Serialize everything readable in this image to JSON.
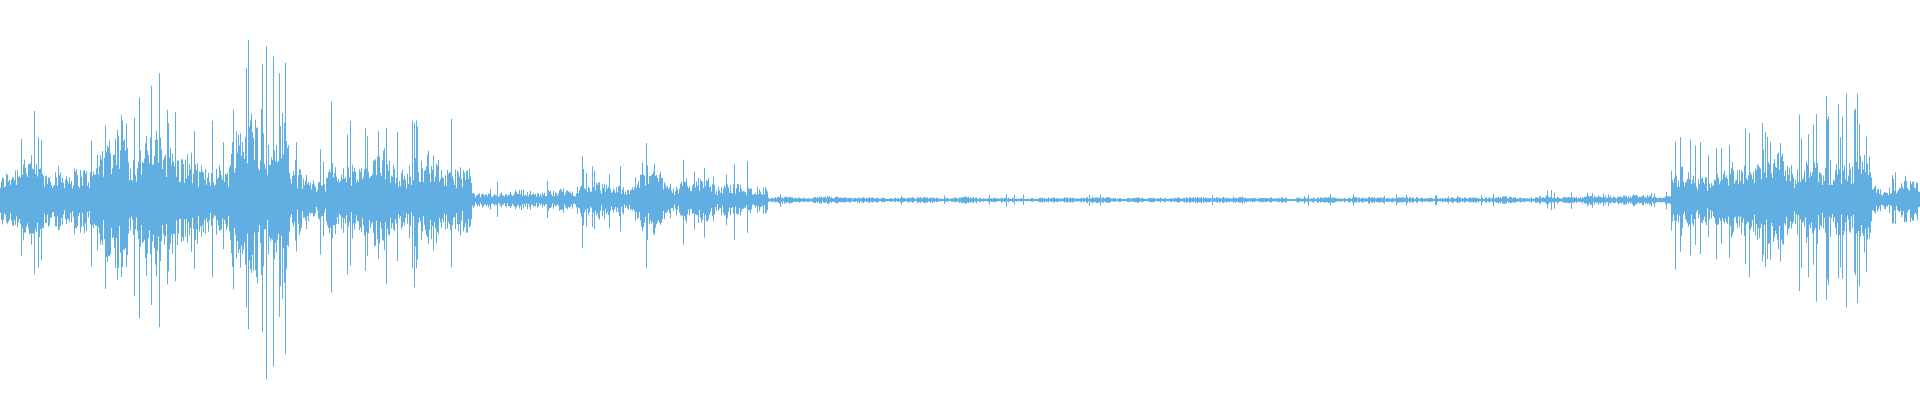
{
  "waveform": {
    "color": "#61aee3",
    "background": "#ffffff",
    "segments": [
      {
        "start": 0.0,
        "end": 0.01,
        "amp": 0.2,
        "spiky": 0.55
      },
      {
        "start": 0.01,
        "end": 0.05,
        "amp": 0.27,
        "spiky": 0.8
      },
      {
        "start": 0.05,
        "end": 0.1,
        "amp": 0.38,
        "spiky": 0.9
      },
      {
        "start": 0.1,
        "end": 0.12,
        "amp": 0.3,
        "spiky": 0.85
      },
      {
        "start": 0.12,
        "end": 0.15,
        "amp": 0.5,
        "spiky": 0.95
      },
      {
        "start": 0.15,
        "end": 0.17,
        "amp": 0.18,
        "spiky": 0.7
      },
      {
        "start": 0.17,
        "end": 0.19,
        "amp": 0.3,
        "spiky": 0.9
      },
      {
        "start": 0.19,
        "end": 0.245,
        "amp": 0.26,
        "spiky": 0.85
      },
      {
        "start": 0.245,
        "end": 0.3,
        "amp": 0.06,
        "spiky": 0.45
      },
      {
        "start": 0.3,
        "end": 0.33,
        "amp": 0.13,
        "spiky": 0.75
      },
      {
        "start": 0.33,
        "end": 0.35,
        "amp": 0.18,
        "spiky": 0.85
      },
      {
        "start": 0.35,
        "end": 0.4,
        "amp": 0.12,
        "spiky": 0.7
      },
      {
        "start": 0.4,
        "end": 0.47,
        "amp": 0.02,
        "spiky": 0.25
      },
      {
        "start": 0.47,
        "end": 0.6,
        "amp": 0.018,
        "spiky": 0.25
      },
      {
        "start": 0.6,
        "end": 0.8,
        "amp": 0.02,
        "spiky": 0.3
      },
      {
        "start": 0.8,
        "end": 0.87,
        "amp": 0.03,
        "spiky": 0.35
      },
      {
        "start": 0.87,
        "end": 0.9,
        "amp": 0.22,
        "spiky": 0.85
      },
      {
        "start": 0.9,
        "end": 0.95,
        "amp": 0.26,
        "spiky": 0.85
      },
      {
        "start": 0.95,
        "end": 0.975,
        "amp": 0.32,
        "spiky": 0.9
      },
      {
        "start": 0.975,
        "end": 1.0,
        "amp": 0.1,
        "spiky": 0.7
      }
    ]
  }
}
